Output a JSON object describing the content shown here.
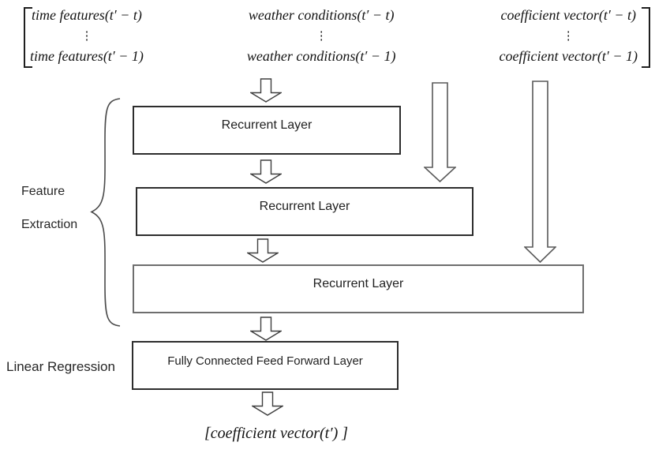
{
  "diagram": {
    "input_matrix": {
      "columns": [
        {
          "top": "time features(t′ − t)",
          "dots": "⋮",
          "bottom": "time features(t′ − 1)"
        },
        {
          "top": "weather conditions(t′ − t)",
          "dots": "⋮",
          "bottom": "weather conditions(t′ − 1)"
        },
        {
          "top": "coefficient vector(t′ − t)",
          "dots": "⋮",
          "bottom": "coefficient vector(t′ − 1)"
        }
      ]
    },
    "layers": [
      {
        "label": "Recurrent Layer"
      },
      {
        "label": "Recurrent Layer"
      },
      {
        "label": "Recurrent Layer"
      },
      {
        "label": "Fully Connected Feed Forward Layer"
      }
    ],
    "group_labels": {
      "feature_extraction": [
        "Feature",
        "Extraction"
      ],
      "linear_regression": "Linear Regression"
    },
    "output_vector": "[coefficient vector(t′) ]",
    "colors": {
      "background": "#ffffff",
      "box_border": "#2d2d2d",
      "wide_box_border": "#6e6e6e",
      "arrow_outline": "#3f3f3f",
      "long_arrow_outline": "#595959",
      "text": "#1a1a1a"
    }
  }
}
